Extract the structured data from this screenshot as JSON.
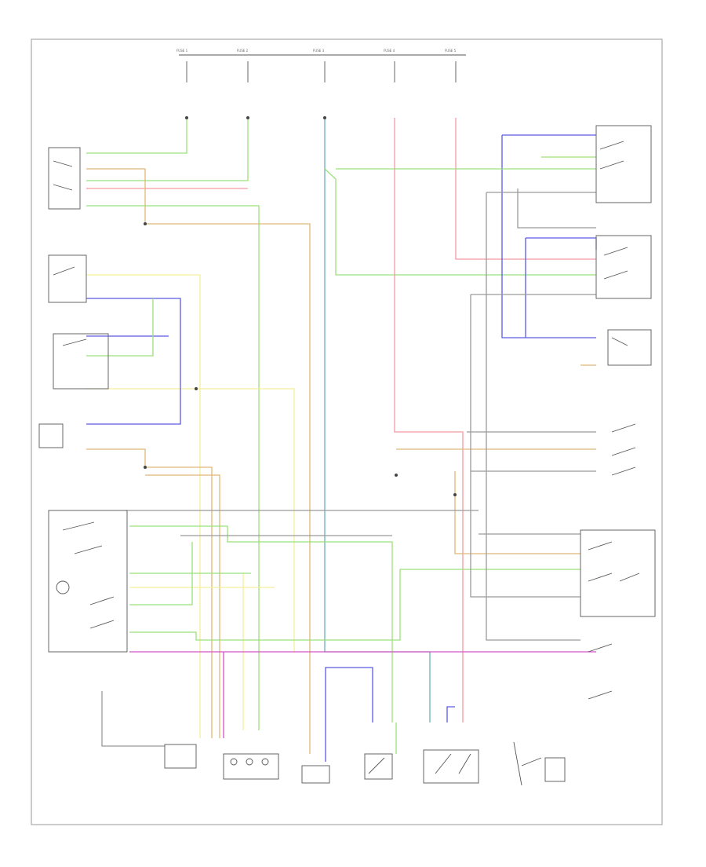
{
  "diagram": {
    "footer_code": "",
    "wire_colors": {
      "green": "#9be07a",
      "red": "#f59aa0",
      "orange": "#e0b878",
      "yellow": "#f3ef9c",
      "blue": "#5a5ae6",
      "gray": "#9a9a9a",
      "magenta": "#d455c8",
      "teal": "#6ab0b8",
      "lightgreen": "#c9ef9a",
      "black": "#777777"
    },
    "top_fuses": [
      {
        "name": "FUSE 1"
      },
      {
        "name": "FUSE 2"
      },
      {
        "name": "FUSE 3"
      },
      {
        "name": "FUSE 4"
      },
      {
        "name": "FUSE 5"
      }
    ],
    "components": {
      "left_relay": "",
      "seat_switch": "",
      "left_motor": "",
      "left_bottom_connector": "",
      "center_bottom_unit": "",
      "center_ground": "",
      "bottom_right_unit": "",
      "right_top_relay": "",
      "right_mid_relay": "",
      "right_bottom_module": ""
    }
  }
}
